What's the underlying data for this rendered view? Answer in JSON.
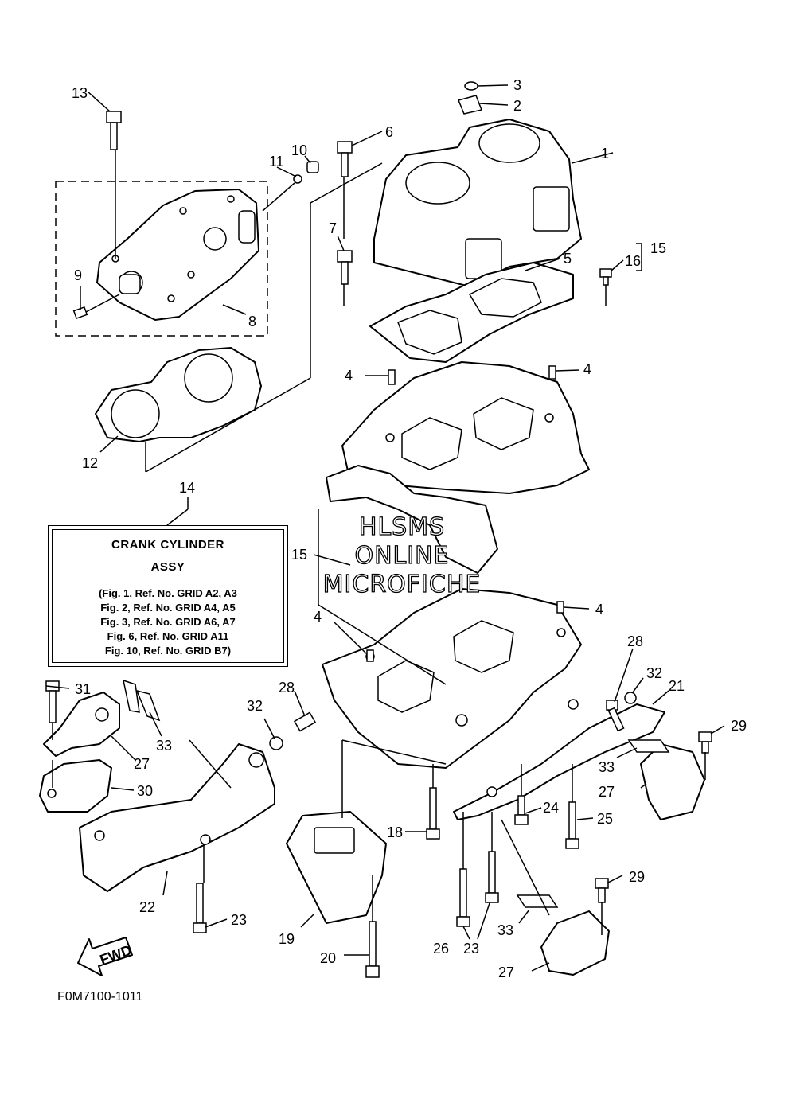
{
  "callouts": [
    {
      "n": "1"
    },
    {
      "n": "2"
    },
    {
      "n": "3"
    },
    {
      "n": "4"
    },
    {
      "n": "4"
    },
    {
      "n": "4"
    },
    {
      "n": "4"
    },
    {
      "n": "5"
    },
    {
      "n": "6"
    },
    {
      "n": "7"
    },
    {
      "n": "8"
    },
    {
      "n": "9"
    },
    {
      "n": "10"
    },
    {
      "n": "11"
    },
    {
      "n": "12"
    },
    {
      "n": "13"
    },
    {
      "n": "14"
    },
    {
      "n": "15"
    },
    {
      "n": "15"
    },
    {
      "n": "16"
    },
    {
      "n": "18"
    },
    {
      "n": "19"
    },
    {
      "n": "20"
    },
    {
      "n": "21"
    },
    {
      "n": "22"
    },
    {
      "n": "23"
    },
    {
      "n": "23"
    },
    {
      "n": "24"
    },
    {
      "n": "25"
    },
    {
      "n": "26"
    },
    {
      "n": "27"
    },
    {
      "n": "27"
    },
    {
      "n": "27"
    },
    {
      "n": "28"
    },
    {
      "n": "28"
    },
    {
      "n": "29"
    },
    {
      "n": "29"
    },
    {
      "n": "30"
    },
    {
      "n": "31"
    },
    {
      "n": "32"
    },
    {
      "n": "32"
    },
    {
      "n": "33"
    },
    {
      "n": "33"
    },
    {
      "n": "33"
    }
  ],
  "note": {
    "title_1": "CRANK  CYLINDER",
    "title_2": "ASSY",
    "lines": [
      "(Fig. 1, Ref. No. GRID A2, A3",
      "Fig. 2, Ref. No. GRID A4, A5",
      "Fig. 3, Ref. No. GRID A6, A7",
      "Fig. 6, Ref. No. GRID A11",
      "Fig. 10, Ref. No.  GRID B7)"
    ]
  },
  "watermark": {
    "line1": "HLSMS",
    "line2": "ONLINE",
    "line3": "MICROFICHE"
  },
  "fwd_label": "FWD",
  "diagram_code": "F0M7100-1011"
}
